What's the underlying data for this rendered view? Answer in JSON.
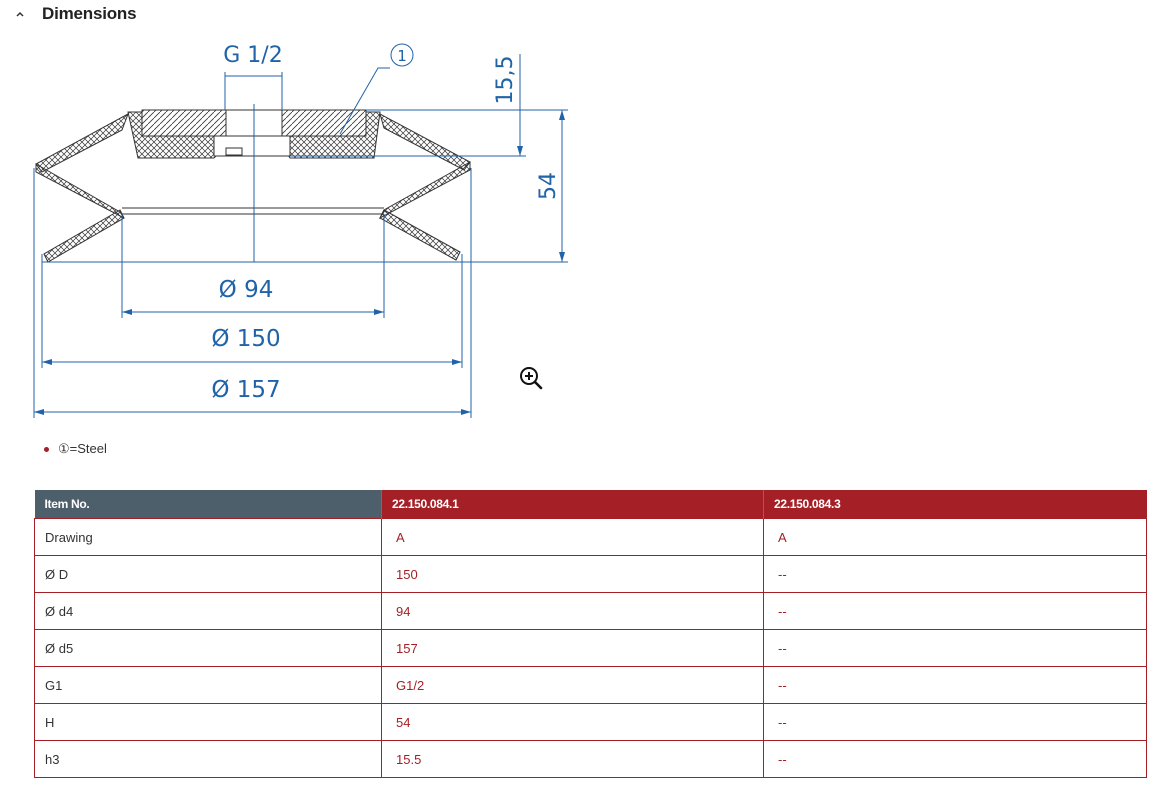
{
  "section": {
    "title": "Dimensions",
    "icon": "chevron-up-icon"
  },
  "drawing": {
    "labels": {
      "thread": "G 1/2",
      "callout": "1",
      "h3": "15,5",
      "height": "54",
      "d4": "Ø 94",
      "d": "Ø 150",
      "d5": "Ø 157"
    },
    "line_color": "#2063a8"
  },
  "zoom": {
    "icon": "zoom-in-icon"
  },
  "legend": {
    "items": [
      "①=Steel"
    ]
  },
  "table": {
    "headers": [
      "Item No.",
      "22.150.084.1",
      "22.150.084.3"
    ],
    "rows": [
      {
        "label": "Drawing",
        "v1": "A",
        "v2": "A"
      },
      {
        "label": "Ø D",
        "v1": "150",
        "v2": "--"
      },
      {
        "label": "Ø d4",
        "v1": "94",
        "v2": "--"
      },
      {
        "label": "Ø d5",
        "v1": "157",
        "v2": "--"
      },
      {
        "label": "G1",
        "v1": "G1/2",
        "v2": "--"
      },
      {
        "label": "H",
        "v1": "54",
        "v2": "--"
      },
      {
        "label": "h3",
        "v1": "15.5",
        "v2": "--"
      }
    ]
  },
  "colors": {
    "accent": "#a51f26",
    "header_gray": "#4e5f6c"
  }
}
